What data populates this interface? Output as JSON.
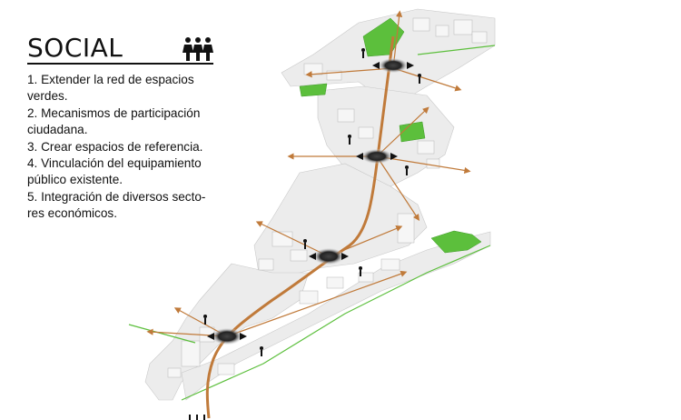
{
  "panel": {
    "title": "SOCIAL",
    "icon": "people-group-icon",
    "items": [
      "1. Extender la red de espacios verdes.",
      "2. Mecanismos de participación ciudadana.",
      "3. Crear espacios de referencia.",
      "4. Vinculación del equipamiento público existente.",
      "5. Integración de diversos sectores económicos."
    ],
    "item_lines": [
      "1. Extender la red de espacios",
      "verdes.",
      "2. Mecanismos de participación",
      "ciudadana.",
      "3. Crear espacios de referencia.",
      "4. Vinculación del equipamiento",
      "público existente.",
      "5. Integración de diversos secto-",
      "res económicos."
    ]
  },
  "colors": {
    "route": "#c07a3a",
    "green_space": "#5cbf3c",
    "node": "#222222",
    "buildings": "#e9e9e9",
    "text": "#111111"
  },
  "diagram": {
    "node_count": 4,
    "map_icons": [
      "pedestrian-icon",
      "direction-arrow-icon",
      "hub-node-icon"
    ]
  }
}
